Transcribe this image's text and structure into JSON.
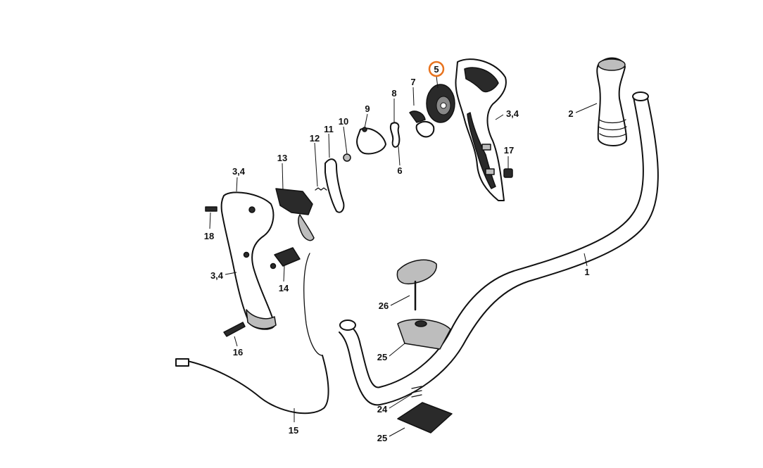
{
  "highlight": {
    "color": "#e8731e"
  },
  "callouts": [
    {
      "id": "c-5",
      "text": "5",
      "highlighted": true
    },
    {
      "id": "c-7",
      "text": "7"
    },
    {
      "id": "c-8",
      "text": "8"
    },
    {
      "id": "c-9",
      "text": "9"
    },
    {
      "id": "c-10",
      "text": "10"
    },
    {
      "id": "c-11",
      "text": "11"
    },
    {
      "id": "c-12",
      "text": "12"
    },
    {
      "id": "c-13",
      "text": "13"
    },
    {
      "id": "c-6",
      "text": "6"
    },
    {
      "id": "c-34a",
      "text": "3,4"
    },
    {
      "id": "c-34b",
      "text": "3,4"
    },
    {
      "id": "c-34c",
      "text": "3,4"
    },
    {
      "id": "c-17",
      "text": "17"
    },
    {
      "id": "c-2",
      "text": "2"
    },
    {
      "id": "c-1",
      "text": "1"
    },
    {
      "id": "c-18",
      "text": "18"
    },
    {
      "id": "c-14",
      "text": "14"
    },
    {
      "id": "c-16",
      "text": "16"
    },
    {
      "id": "c-15",
      "text": "15"
    },
    {
      "id": "c-26",
      "text": "26"
    },
    {
      "id": "c-25a",
      "text": "25"
    },
    {
      "id": "c-24",
      "text": "24"
    },
    {
      "id": "c-25b",
      "text": "25"
    }
  ]
}
